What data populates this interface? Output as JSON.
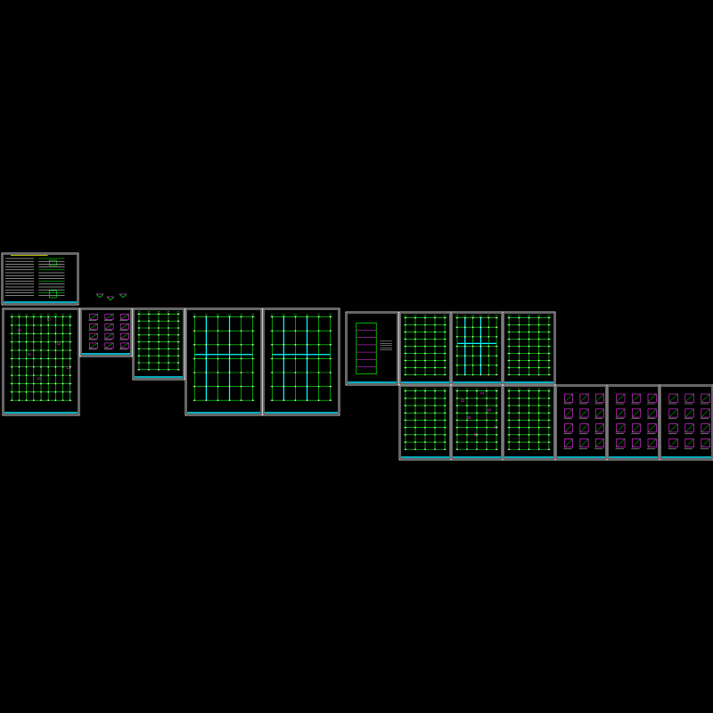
{
  "drawing": {
    "background": "#000000",
    "colors": {
      "frame": "#ffffff",
      "titleband": "#00e5ff",
      "grid": "#00ff00",
      "beam": "#00ffff",
      "detail": "#ff33ff",
      "note": "#ffffff",
      "accent": "#ffff00"
    },
    "sheets": [
      {
        "id": "cover-notes",
        "kind": "notes"
      },
      {
        "id": "foundation-plan",
        "kind": "plan-dense"
      },
      {
        "id": "foundation-details",
        "kind": "details"
      },
      {
        "id": "column-layout",
        "kind": "plan"
      },
      {
        "id": "beam-plan-1",
        "kind": "plan-beams"
      },
      {
        "id": "beam-plan-2",
        "kind": "plan-beams"
      },
      {
        "id": "roof-plan",
        "kind": "plan-small"
      },
      {
        "id": "floor-plan-1",
        "kind": "plan"
      },
      {
        "id": "floor-plan-2",
        "kind": "plan-beams"
      },
      {
        "id": "floor-plan-3",
        "kind": "plan"
      },
      {
        "id": "slab-plan-1",
        "kind": "plan"
      },
      {
        "id": "slab-plan-2",
        "kind": "plan-detail"
      },
      {
        "id": "slab-plan-3",
        "kind": "plan"
      },
      {
        "id": "stair-detail-1",
        "kind": "details"
      },
      {
        "id": "stair-detail-2",
        "kind": "details"
      },
      {
        "id": "stair-detail-3",
        "kind": "details"
      }
    ]
  }
}
